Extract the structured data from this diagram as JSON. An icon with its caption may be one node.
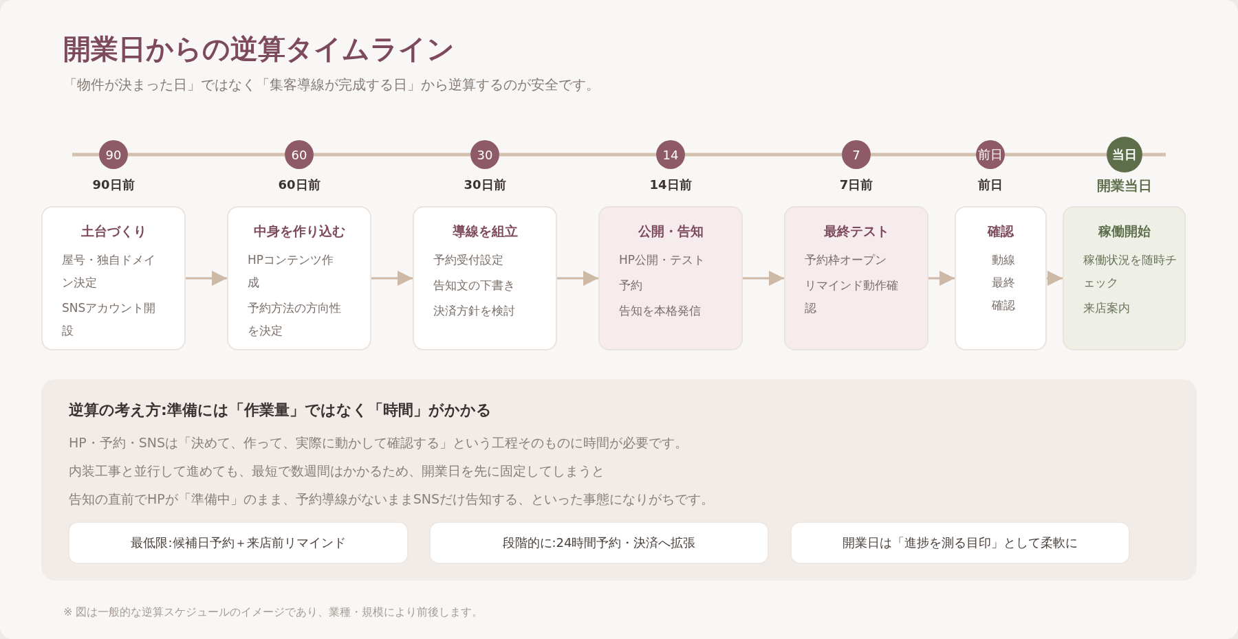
{
  "diagram": {
    "title": "開業日からの逆算タイムライン",
    "nodes": [
      {
        "text": [
          "90"
        ],
        "beside": [
          "90日前"
        ]
      },
      {
        "text": [
          "60"
        ],
        "beside": [
          "60日前"
        ]
      },
      {
        "text": [
          "30"
        ],
        "beside": [
          "30日前"
        ]
      },
      {
        "text": [
          "14"
        ],
        "beside": [
          "14日前"
        ]
      },
      {
        "text": [
          "7"
        ],
        "beside": [
          "7日前"
        ]
      },
      {
        "text": [
          "前日"
        ],
        "beside": [
          "前日"
        ]
      },
      {
        "text": [
          "当日"
        ],
        "beside": [
          "開業当日"
        ]
      },
      {
        "text": [
          "土台づくり",
          "屋号・独自ドメイン決定",
          "SNSアカウント開設"
        ]
      },
      {
        "text": [
          "中身を作り込む",
          "HPコンテンツ作成",
          "予約方法の方向性を決定"
        ]
      },
      {
        "text": [
          "導線を組立",
          "予約受付設定",
          "告知文の下書き",
          "決済方針を検討"
        ]
      },
      {
        "text": [
          "公開・告知",
          "HP公開・テスト",
          "予約",
          "告知を本格発信"
        ]
      },
      {
        "text": [
          "最終テスト",
          "予約枠オープン",
          "リマインド動作確認"
        ]
      },
      {
        "text": [
          "確認",
          "動線最終確認"
        ]
      },
      {
        "text": [
          "稼働開始",
          "稼働状況を随時チェック",
          "来店案内"
        ]
      },
      {
        "text": [
          "逆算の考え方:準備には「作業量」ではなく「時間」がかかる",
          "HP・予約・SNSは「決めて、作って、実際に動かして確認する」という工程そのものに時間が必要です。",
          "内装工事と並行して進めても、最短で数週間はかかるため、開業日を先に固定してしまうと",
          "告知の直前でHPが「準備中」のまま、予約導線がないままSNSだけ告知する、といった事態になりがちです。"
        ]
      },
      {
        "text": [
          "最低限:候補日予約＋来店前リマインド"
        ],
        "in": 14
      },
      {
        "text": [
          "段階的に:24時間予約・決済へ拡張"
        ],
        "in": 14
      },
      {
        "text": [
          "開業日は「進捗を測る目印」として柔軟に"
        ],
        "in": 14
      }
    ],
    "edges": [
      {
        "from": 0,
        "to": 1,
        "arrow": "none"
      },
      {
        "from": 1,
        "to": 2,
        "arrow": "none"
      },
      {
        "from": 2,
        "to": 3,
        "arrow": "none"
      },
      {
        "from": 3,
        "to": 4,
        "arrow": "none"
      },
      {
        "from": 4,
        "to": 5,
        "arrow": "none"
      },
      {
        "from": 5,
        "to": 6,
        "arrow": "none"
      },
      {
        "from": 7,
        "to": 8,
        "arrow": "to"
      },
      {
        "from": 8,
        "to": 9,
        "arrow": "to"
      },
      {
        "from": 9,
        "to": 10,
        "arrow": "to"
      },
      {
        "from": 10,
        "to": 11,
        "arrow": "to"
      },
      {
        "from": 11,
        "to": 12,
        "arrow": "to"
      },
      {
        "from": 12,
        "to": 13,
        "arrow": "to"
      }
    ],
    "labels": [
      "「物件が決まった日」ではなく「集客導線が完成する日」から逆算するのが安全です。",
      "※ 図は一般的な逆算スケジュールのイメージであり、業種・規模により前後します。"
    ]
  }
}
